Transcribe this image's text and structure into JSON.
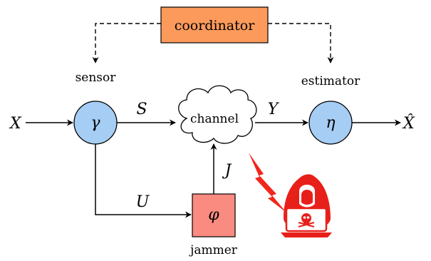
{
  "diagram": {
    "coordinator_label": "coordinator",
    "sensor_label": "sensor",
    "estimator_label": "estimator",
    "jammer_label": "jammer",
    "channel_label": "channel",
    "sensor_symbol": "γ",
    "estimator_symbol": "η",
    "jammer_symbol": "φ",
    "input_symbol": "X",
    "output_symbol": "X̂",
    "signal_S": "S",
    "signal_Y": "Y",
    "signal_U": "U",
    "signal_J": "J"
  },
  "colors": {
    "coordinator_fill": "#fb9a5b",
    "node_fill": "#a6cdf4",
    "jammer_fill": "#fa8b80",
    "hacker_red": "#e8201a",
    "lightning_red": "#f2261c"
  },
  "icons": [
    "hacker-icon",
    "lightning-bolt-icon"
  ]
}
